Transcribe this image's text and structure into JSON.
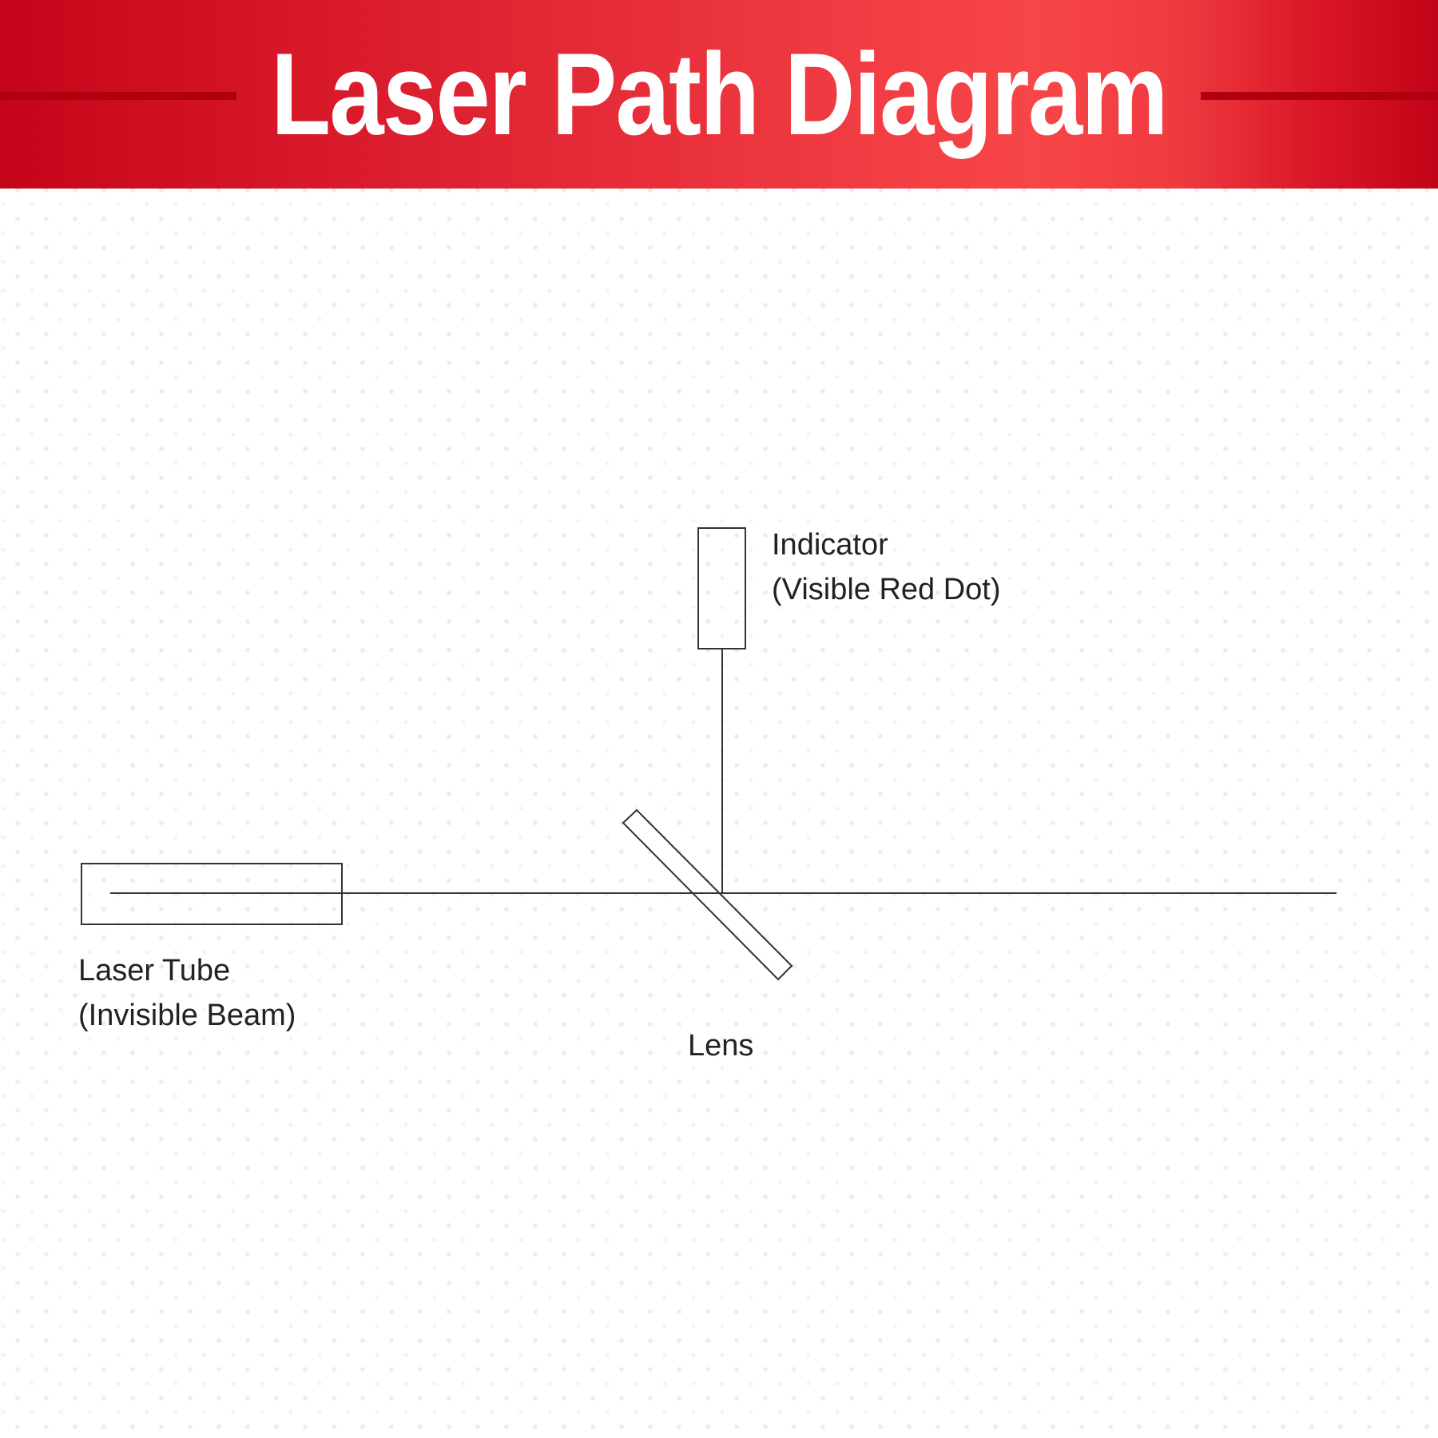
{
  "header": {
    "title": "Laser Path Diagram"
  },
  "diagram": {
    "components": {
      "laser_tube": {
        "name": "Laser Tube",
        "note": "(Invisible Beam)"
      },
      "lens": {
        "name": "Lens"
      },
      "indicator": {
        "name": "Indicator",
        "note": "(Visible Red Dot)"
      }
    }
  },
  "colors": {
    "header_red": "#e02a35",
    "header_rule": "#b00010",
    "line": "#333333",
    "text": "#222222"
  }
}
